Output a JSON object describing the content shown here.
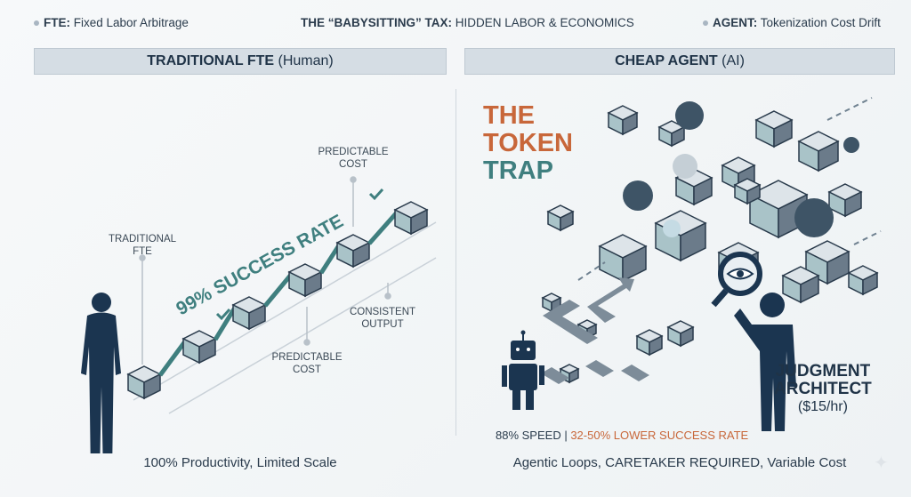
{
  "header": {
    "left": {
      "bold": "FTE:",
      "text": "Fixed Labor Arbitrage"
    },
    "center": {
      "bold": "THE “BABYSITTING” TAX:",
      "text": "HIDDEN LABOR & ECONOMICS"
    },
    "right": {
      "bold": "AGENT:",
      "text": "Tokenization Cost Drift"
    }
  },
  "left_panel": {
    "title_bold": "TRADITIONAL FTE",
    "title_rest": "(Human)",
    "label_fte": [
      "TRADITIONAL",
      "FTE"
    ],
    "label_cost_top": [
      "PREDICTABLE",
      "COST"
    ],
    "label_cost_bottom": [
      "PREDICTABLE",
      "COST"
    ],
    "label_output": [
      "CONSISTENT",
      "OUTPUT"
    ],
    "success": "99% SUCCESS RATE",
    "caption": "100% Productivity, Limited Scale"
  },
  "right_panel": {
    "title_bold": "CHEAP AGENT",
    "title_rest": "(AI)",
    "headline": [
      "THE",
      "TOKEN",
      "TRAP"
    ],
    "architect": [
      "JUDGMENT",
      "ARCHITECT",
      "($15/hr)"
    ],
    "stat_speed": "88% SPEED |",
    "stat_success": "32-50% LOWER SUCCESS RATE",
    "caption": "Agentic Loops, CARETAKER REQUIRED, Variable Cost"
  },
  "colors": {
    "navy": "#1b3550",
    "teal": "#3f7f7f",
    "orange": "#c8673a",
    "panel": "#d5dde4"
  }
}
